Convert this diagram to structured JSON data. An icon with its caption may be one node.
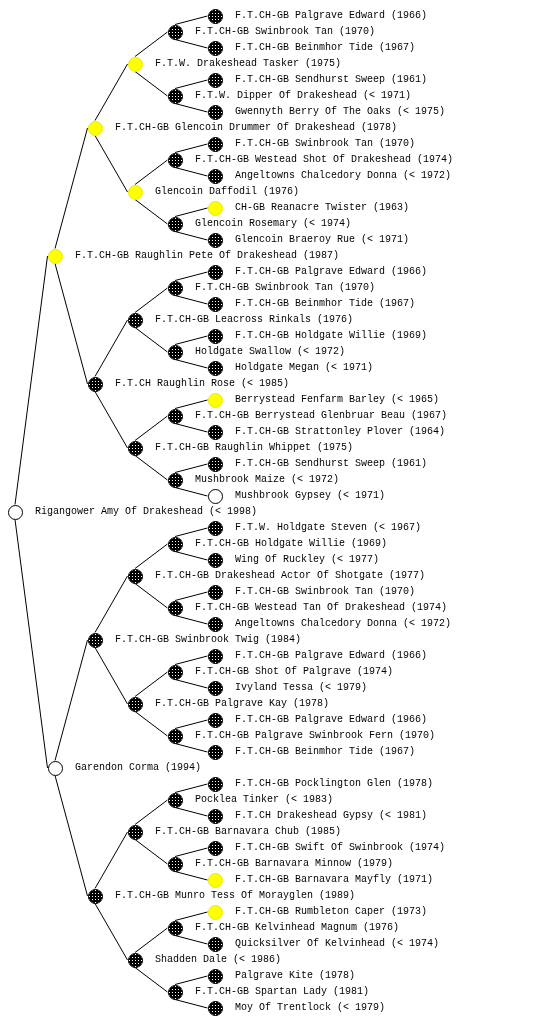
{
  "diagram": {
    "nodes": [
      {
        "text": [
          "F.T.CH-GB Palgrave Edward (1966)"
        ]
      },
      {
        "text": [
          "F.T.CH-GB Swinbrook Tan (1970)"
        ]
      },
      {
        "text": [
          "F.T.CH-GB Beinmhor Tide (1967)"
        ]
      },
      {
        "text": [
          "F.T.W. Drakeshead Tasker (1975)"
        ]
      },
      {
        "text": [
          "F.T.CH-GB Sendhurst Sweep (1961)"
        ]
      },
      {
        "text": [
          "F.T.W. Dipper Of Drakeshead (< 1971)"
        ]
      },
      {
        "text": [
          "Gwennyth Berry Of The Oaks (< 1975)"
        ]
      },
      {
        "text": [
          "F.T.CH-GB Glencoin Drummer Of Drakeshead (1978)"
        ]
      },
      {
        "text": [
          "F.T.CH-GB Swinbrook Tan (1970)"
        ]
      },
      {
        "text": [
          "F.T.CH-GB Westead Shot Of Drakeshead (1974)"
        ]
      },
      {
        "text": [
          "Angeltowns Chalcedory Donna (< 1972)"
        ]
      },
      {
        "text": [
          "Glencoin Daffodil (1976)"
        ]
      },
      {
        "text": [
          "CH-GB Reanacre Twister (1963)"
        ]
      },
      {
        "text": [
          "Glencoin Rosemary (< 1974)"
        ]
      },
      {
        "text": [
          "Glencoin Braeroy Rue (< 1971)"
        ]
      },
      {
        "text": [
          "F.T.CH-GB Raughlin Pete Of Drakeshead (1987)"
        ]
      },
      {
        "text": [
          "F.T.CH-GB Palgrave Edward (1966)"
        ]
      },
      {
        "text": [
          "F.T.CH-GB Swinbrook Tan (1970)"
        ]
      },
      {
        "text": [
          "F.T.CH-GB Beinmhor Tide (1967)"
        ]
      },
      {
        "text": [
          "F.T.CH-GB Leacross Rinkals (1976)"
        ]
      },
      {
        "text": [
          "F.T.CH-GB Holdgate Willie (1969)"
        ]
      },
      {
        "text": [
          "Holdgate Swallow (< 1972)"
        ]
      },
      {
        "text": [
          "Holdgate Megan (< 1971)"
        ]
      },
      {
        "text": [
          "F.T.CH Raughlin Rose (< 1985)"
        ]
      },
      {
        "text": [
          "Berrystead Fenfarm Barley (< 1965)"
        ]
      },
      {
        "text": [
          "F.T.CH-GB Berrystead Glenbruar Beau (1967)"
        ]
      },
      {
        "text": [
          "F.T.CH-GB Strattonley Plover (1964)"
        ]
      },
      {
        "text": [
          "F.T.CH-GB Raughlin Whippet (1975)"
        ]
      },
      {
        "text": [
          "F.T.CH-GB Sendhurst Sweep (1961)"
        ]
      },
      {
        "text": [
          "Mushbrook Maize (< 1972)"
        ]
      },
      {
        "text": [
          "Mushbrook Gypsey (< 1971)"
        ]
      },
      {
        "text": [
          "Rigangower Amy Of Drakeshead (< 1998)"
        ]
      },
      {
        "text": [
          "F.T.W. Holdgate Steven (< 1967)"
        ]
      },
      {
        "text": [
          "F.T.CH-GB Holdgate Willie (1969)"
        ]
      },
      {
        "text": [
          "Wing Of Ruckley (< 1977)"
        ]
      },
      {
        "text": [
          "F.T.CH-GB Drakeshead Actor Of Shotgate (1977)"
        ]
      },
      {
        "text": [
          "F.T.CH-GB Swinbrook Tan (1970)"
        ]
      },
      {
        "text": [
          "F.T.CH-GB Westead Tan Of Drakeshead (1974)"
        ]
      },
      {
        "text": [
          "Angeltowns Chalcedory Donna (< 1972)"
        ]
      },
      {
        "text": [
          "F.T.CH-GB Swinbrook Twig (1984)"
        ]
      },
      {
        "text": [
          "F.T.CH-GB Palgrave Edward (1966)"
        ]
      },
      {
        "text": [
          "F.T.CH-GB Shot Of Palgrave (1974)"
        ]
      },
      {
        "text": [
          "Ivyland Tessa (< 1979)"
        ]
      },
      {
        "text": [
          "F.T.CH-GB Palgrave Kay (1978)"
        ]
      },
      {
        "text": [
          "F.T.CH-GB Palgrave Edward (1966)"
        ]
      },
      {
        "text": [
          "F.T.CH-GB Palgrave Swinbrook Fern (1970)"
        ]
      },
      {
        "text": [
          "F.T.CH-GB Beinmhor Tide (1967)"
        ]
      },
      {
        "text": [
          "Garendon Corma (1994)"
        ]
      },
      {
        "text": [
          "F.T.CH-GB Pocklington Glen (1978)"
        ]
      },
      {
        "text": [
          "Pocklea Tinker (< 1983)"
        ]
      },
      {
        "text": [
          "F.T.CH Drakeshead Gypsy (< 1981)"
        ]
      },
      {
        "text": [
          "F.T.CH-GB Barnavara Chub (1985)"
        ]
      },
      {
        "text": [
          "F.T.CH-GB Swift Of Swinbrook (1974)"
        ]
      },
      {
        "text": [
          "F.T.CH-GB Barnavara Minnow (1979)"
        ]
      },
      {
        "text": [
          "F.T.CH-GB Barnavara Mayfly (1971)"
        ]
      },
      {
        "text": [
          "F.T.CH-GB Munro Tess Of Morayglen (1989)"
        ]
      },
      {
        "text": [
          "F.T.CH-GB Rumbleton Caper (1973)"
        ]
      },
      {
        "text": [
          "F.T.CH-GB Kelvinhead Magnum (1976)"
        ]
      },
      {
        "text": [
          "Quicksilver Of Kelvinhead (< 1974)"
        ]
      },
      {
        "text": [
          "Shadden Dale (< 1986)"
        ]
      },
      {
        "text": [
          "Palgrave Kite (1978)"
        ]
      },
      {
        "text": [
          "F.T.CH-GB Spartan Lady (1981)"
        ]
      },
      {
        "text": [
          "Moy Of Trentlock (< 1979)"
        ]
      }
    ],
    "edges": [
      {
        "from": 1,
        "to": 0,
        "arrow": "none"
      },
      {
        "from": 3,
        "to": 1,
        "arrow": "none"
      },
      {
        "from": 1,
        "to": 2,
        "arrow": "none"
      },
      {
        "from": 7,
        "to": 3,
        "arrow": "none"
      },
      {
        "from": 5,
        "to": 4,
        "arrow": "none"
      },
      {
        "from": 3,
        "to": 5,
        "arrow": "none"
      },
      {
        "from": 5,
        "to": 6,
        "arrow": "none"
      },
      {
        "from": 15,
        "to": 7,
        "arrow": "none"
      },
      {
        "from": 9,
        "to": 8,
        "arrow": "none"
      },
      {
        "from": 11,
        "to": 9,
        "arrow": "none"
      },
      {
        "from": 9,
        "to": 10,
        "arrow": "none"
      },
      {
        "from": 7,
        "to": 11,
        "arrow": "none"
      },
      {
        "from": 13,
        "to": 12,
        "arrow": "none"
      },
      {
        "from": 11,
        "to": 13,
        "arrow": "none"
      },
      {
        "from": 13,
        "to": 14,
        "arrow": "none"
      },
      {
        "from": 31,
        "to": 15,
        "arrow": "none"
      },
      {
        "from": 17,
        "to": 16,
        "arrow": "none"
      },
      {
        "from": 19,
        "to": 17,
        "arrow": "none"
      },
      {
        "from": 17,
        "to": 18,
        "arrow": "none"
      },
      {
        "from": 23,
        "to": 19,
        "arrow": "none"
      },
      {
        "from": 21,
        "to": 20,
        "arrow": "none"
      },
      {
        "from": 19,
        "to": 21,
        "arrow": "none"
      },
      {
        "from": 21,
        "to": 22,
        "arrow": "none"
      },
      {
        "from": 15,
        "to": 23,
        "arrow": "none"
      },
      {
        "from": 25,
        "to": 24,
        "arrow": "none"
      },
      {
        "from": 27,
        "to": 25,
        "arrow": "none"
      },
      {
        "from": 25,
        "to": 26,
        "arrow": "none"
      },
      {
        "from": 23,
        "to": 27,
        "arrow": "none"
      },
      {
        "from": 29,
        "to": 28,
        "arrow": "none"
      },
      {
        "from": 27,
        "to": 29,
        "arrow": "none"
      },
      {
        "from": 29,
        "to": 30,
        "arrow": "none"
      },
      {
        "from": 33,
        "to": 32,
        "arrow": "none"
      },
      {
        "from": 35,
        "to": 33,
        "arrow": "none"
      },
      {
        "from": 33,
        "to": 34,
        "arrow": "none"
      },
      {
        "from": 39,
        "to": 35,
        "arrow": "none"
      },
      {
        "from": 37,
        "to": 36,
        "arrow": "none"
      },
      {
        "from": 35,
        "to": 37,
        "arrow": "none"
      },
      {
        "from": 37,
        "to": 38,
        "arrow": "none"
      },
      {
        "from": 47,
        "to": 39,
        "arrow": "none"
      },
      {
        "from": 41,
        "to": 40,
        "arrow": "none"
      },
      {
        "from": 43,
        "to": 41,
        "arrow": "none"
      },
      {
        "from": 41,
        "to": 42,
        "arrow": "none"
      },
      {
        "from": 39,
        "to": 43,
        "arrow": "none"
      },
      {
        "from": 45,
        "to": 44,
        "arrow": "none"
      },
      {
        "from": 43,
        "to": 45,
        "arrow": "none"
      },
      {
        "from": 45,
        "to": 46,
        "arrow": "none"
      },
      {
        "from": 31,
        "to": 47,
        "arrow": "none"
      },
      {
        "from": 49,
        "to": 48,
        "arrow": "none"
      },
      {
        "from": 51,
        "to": 49,
        "arrow": "none"
      },
      {
        "from": 49,
        "to": 50,
        "arrow": "none"
      },
      {
        "from": 55,
        "to": 51,
        "arrow": "none"
      },
      {
        "from": 53,
        "to": 52,
        "arrow": "none"
      },
      {
        "from": 51,
        "to": 53,
        "arrow": "none"
      },
      {
        "from": 53,
        "to": 54,
        "arrow": "none"
      },
      {
        "from": 47,
        "to": 55,
        "arrow": "none"
      },
      {
        "from": 57,
        "to": 56,
        "arrow": "none"
      },
      {
        "from": 59,
        "to": 57,
        "arrow": "none"
      },
      {
        "from": 57,
        "to": 58,
        "arrow": "none"
      },
      {
        "from": 55,
        "to": 59,
        "arrow": "none"
      },
      {
        "from": 61,
        "to": 60,
        "arrow": "none"
      },
      {
        "from": 59,
        "to": 61,
        "arrow": "none"
      },
      {
        "from": 61,
        "to": 62,
        "arrow": "none"
      }
    ]
  }
}
